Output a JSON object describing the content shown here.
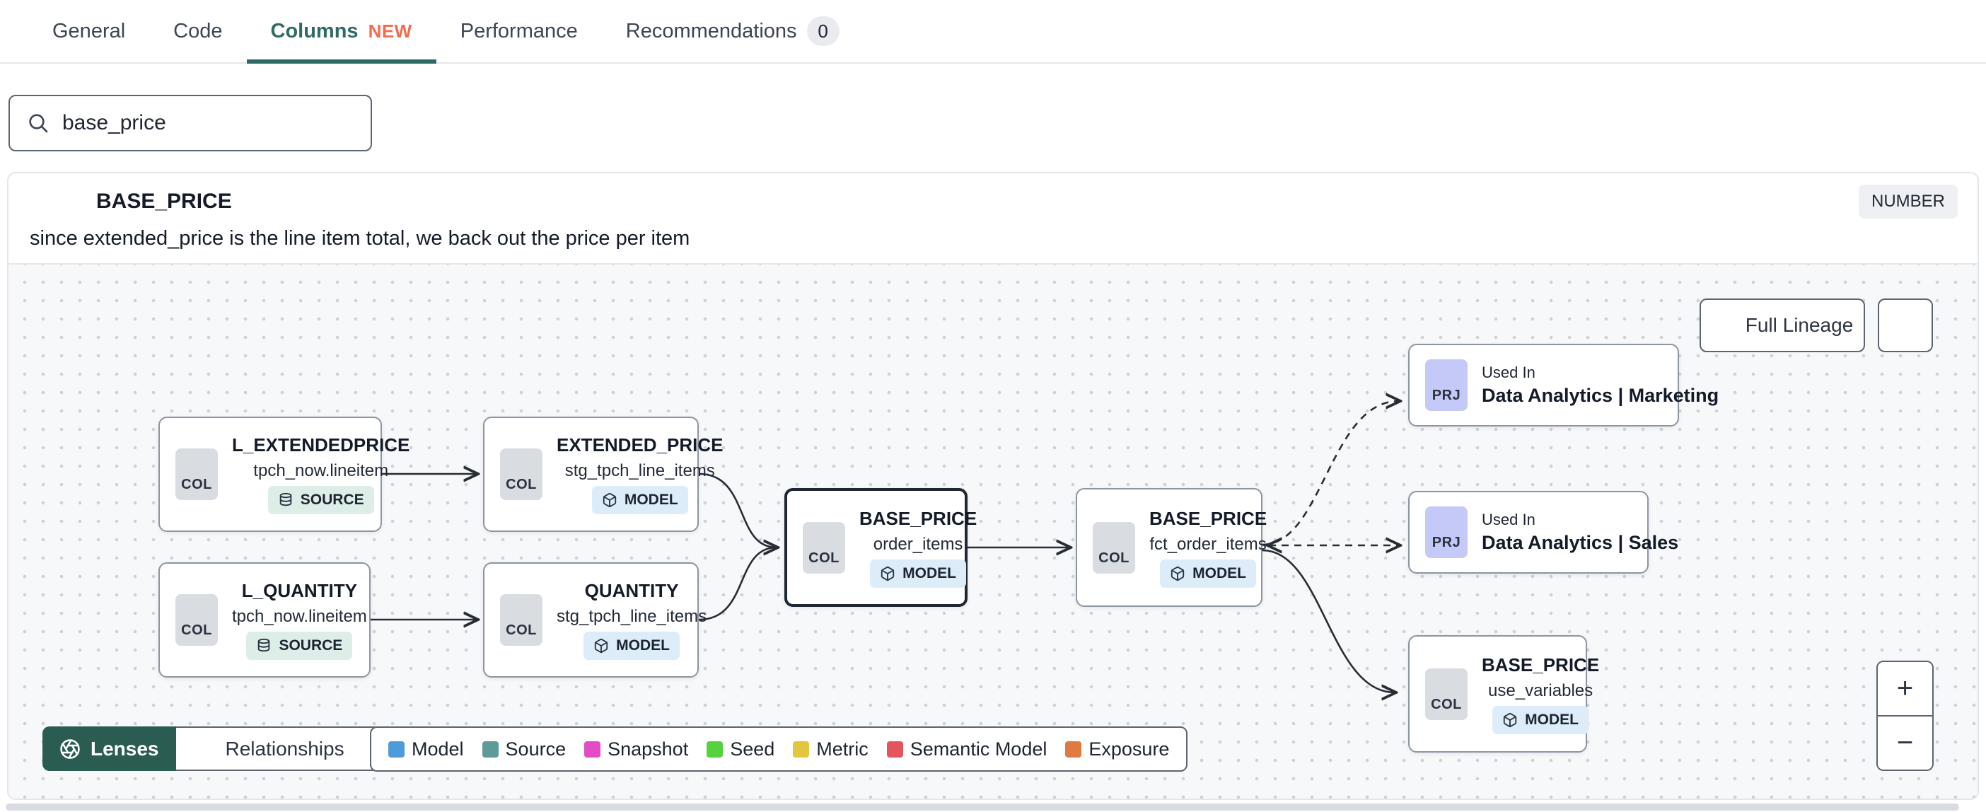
{
  "tabs": [
    {
      "label": "General"
    },
    {
      "label": "Code"
    },
    {
      "label": "Columns",
      "badge": "NEW",
      "active": true
    },
    {
      "label": "Performance"
    },
    {
      "label": "Recommendations",
      "count": "0"
    }
  ],
  "search": {
    "value": "base_price"
  },
  "column": {
    "name": "BASE_PRICE",
    "type": "NUMBER",
    "description": "since extended_price is the line item total, we back out the price per item"
  },
  "lineage": {
    "full_lineage_label": "Full Lineage",
    "zoom_in": "+",
    "zoom_out": "−",
    "nodes": [
      {
        "title": "L_EXTENDEDPRICE",
        "subtitle": "tpch_now.lineitem",
        "kind": "COL",
        "badge": "SOURCE"
      },
      {
        "title": "EXTENDED_PRICE",
        "subtitle": "stg_tpch_line_items",
        "kind": "COL",
        "badge": "MODEL"
      },
      {
        "title": "L_QUANTITY",
        "subtitle": "tpch_now.lineitem",
        "kind": "COL",
        "badge": "SOURCE"
      },
      {
        "title": "QUANTITY",
        "subtitle": "stg_tpch_line_items",
        "kind": "COL",
        "badge": "MODEL"
      },
      {
        "title": "BASE_PRICE",
        "subtitle": "order_items",
        "kind": "COL",
        "badge": "MODEL",
        "selected": true
      },
      {
        "title": "BASE_PRICE",
        "subtitle": "fct_order_items",
        "kind": "COL",
        "badge": "MODEL"
      },
      {
        "title": "Used In",
        "subtitle": "Data Analytics | Marketing",
        "kind": "PRJ"
      },
      {
        "title": "Used In",
        "subtitle": "Data Analytics | Sales",
        "kind": "PRJ"
      },
      {
        "title": "BASE_PRICE",
        "subtitle": "use_variables",
        "kind": "COL",
        "badge": "MODEL"
      }
    ],
    "footer": {
      "lenses": "Lenses",
      "relationships": "Relationships"
    },
    "legend": [
      {
        "label": "Model",
        "color": "#4E9BD9"
      },
      {
        "label": "Source",
        "color": "#5C9B97"
      },
      {
        "label": "Snapshot",
        "color": "#E24CC5"
      },
      {
        "label": "Seed",
        "color": "#56D23E"
      },
      {
        "label": "Metric",
        "color": "#E3C63E"
      },
      {
        "label": "Semantic Model",
        "color": "#E4545E"
      },
      {
        "label": "Exposure",
        "color": "#DF7A43"
      }
    ],
    "colors": {
      "accent_teal": "#2F6B66",
      "new_badge": "#F26B4E",
      "lenses_bg": "#2B5C52",
      "model_badge_bg": "#DCEDF9",
      "source_badge_bg": "#DDEEE8",
      "project_badge_bg": "#C5C9F8",
      "edge": "#272C35"
    }
  }
}
